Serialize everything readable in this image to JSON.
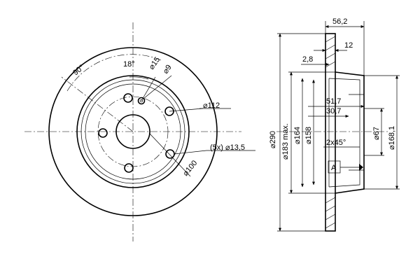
{
  "front_view": {
    "angle_bolt": "90°",
    "angle_small": "18°",
    "hole_small_15": "⌀15",
    "hole_small_9": "⌀9",
    "bolt_circle": "⌀112",
    "bolt_holes": "(5x) ⌀13,5",
    "center_bore": "⌀100"
  },
  "side_view": {
    "total_height": "56,2",
    "disc_thickness": "12",
    "hub_wall": "2,8",
    "hat_depth_1": "51,7",
    "hat_depth_2": "30,7",
    "chamfer": "2x45°",
    "datum": "A",
    "dia_outer": "⌀290",
    "dia_max": "⌀183 max.",
    "dia_164": "⌀164",
    "dia_158": "⌀158",
    "dia_67": "⌀67",
    "dia_168": "⌀168,1"
  }
}
